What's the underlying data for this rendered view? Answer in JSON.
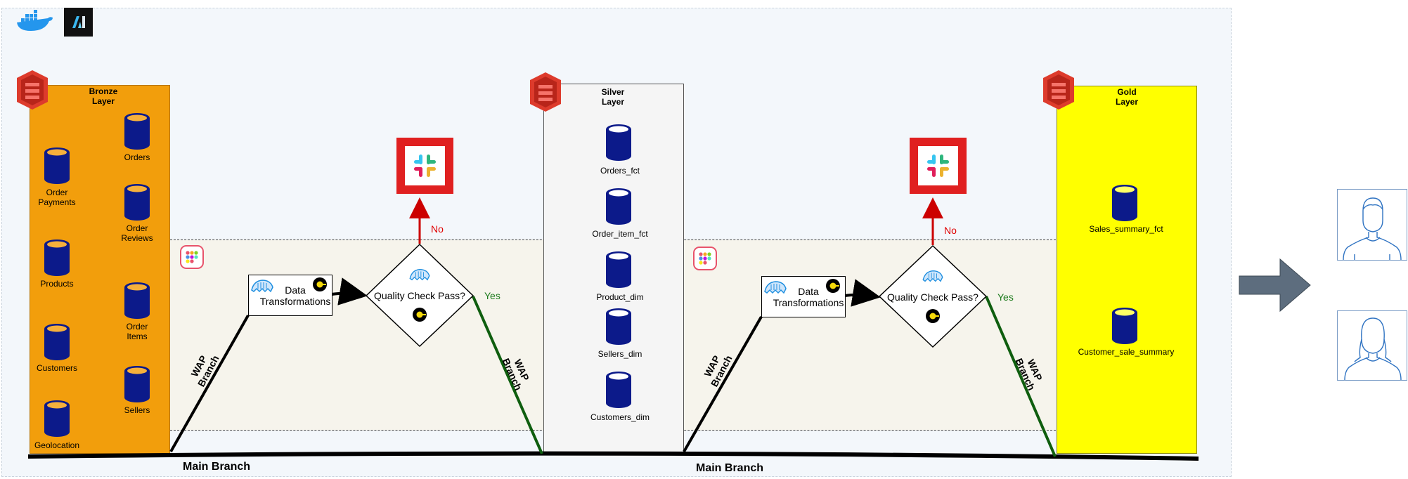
{
  "bronze": {
    "title": "Bronze\nLayer",
    "items": [
      "Order\nPayments",
      "Orders",
      "Order\nReviews",
      "Products",
      "Order\nItems",
      "Customers",
      "Sellers",
      "Geolocation"
    ]
  },
  "silver": {
    "title": "Silver\nLayer",
    "items": [
      "Orders_fct",
      "Order_item_fct",
      "Product_dim",
      "Sellers_dim",
      "Customers_dim"
    ]
  },
  "gold": {
    "title": "Gold\nLayer",
    "items": [
      "Sales_summary_fct",
      "Customer_sale_summary"
    ]
  },
  "process": {
    "transform_label": "Data\nTransformations",
    "quality_label": "Quality Check Pass?",
    "no_label": "No",
    "yes_label": "Yes",
    "wap_branch_label": "WAP\nBranch",
    "main_branch_label": "Main Branch"
  },
  "colors": {
    "bronze": "#f29e0c",
    "silver": "#f5f5f5",
    "gold": "#ffff00",
    "no": "#e00000",
    "yes": "#1b7a1b",
    "aws_red": "#dd3b2c",
    "arrow": "#5d6d7e"
  },
  "icons": [
    "docker-icon",
    "airflow-icon",
    "aws-s3-icon",
    "slack-icon",
    "lakefs-icon",
    "quality-icon",
    "soda-icon",
    "user-icon"
  ]
}
